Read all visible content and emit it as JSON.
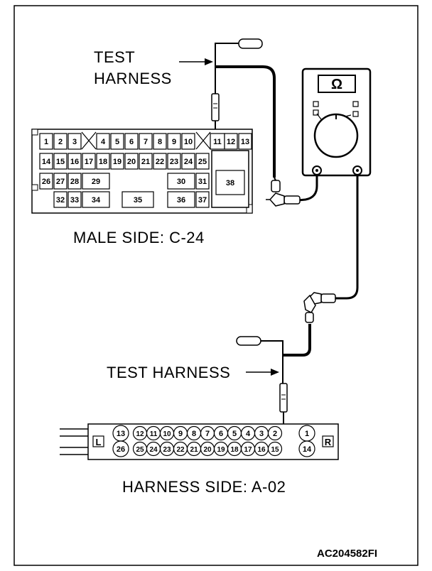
{
  "labels": {
    "test_harness_top_line1": "TEST",
    "test_harness_top_line2": "HARNESS",
    "male_side": "MALE SIDE: C-24",
    "test_harness_mid": "TEST HARNESS",
    "harness_side": "HARNESS SIDE: A-02",
    "figure_code": "AC204582FI"
  },
  "meter": {
    "unit_symbol": "Ω"
  },
  "connector_c24": {
    "pins": [
      "1",
      "2",
      "3",
      "4",
      "5",
      "6",
      "7",
      "8",
      "9",
      "10",
      "11",
      "12",
      "13",
      "14",
      "15",
      "16",
      "17",
      "18",
      "19",
      "20",
      "21",
      "22",
      "23",
      "24",
      "25",
      "26",
      "27",
      "28",
      "29",
      "30",
      "31",
      "32",
      "33",
      "34",
      "35",
      "36",
      "37",
      "38"
    ]
  },
  "connector_a02": {
    "end_left": "L",
    "end_right": "R",
    "top_pins": [
      "13",
      "12",
      "11",
      "10",
      "9",
      "8",
      "7",
      "6",
      "5",
      "4",
      "3",
      "2",
      "1"
    ],
    "bottom_pins": [
      "26",
      "25",
      "24",
      "23",
      "22",
      "21",
      "20",
      "19",
      "18",
      "17",
      "16",
      "15",
      "14"
    ]
  }
}
